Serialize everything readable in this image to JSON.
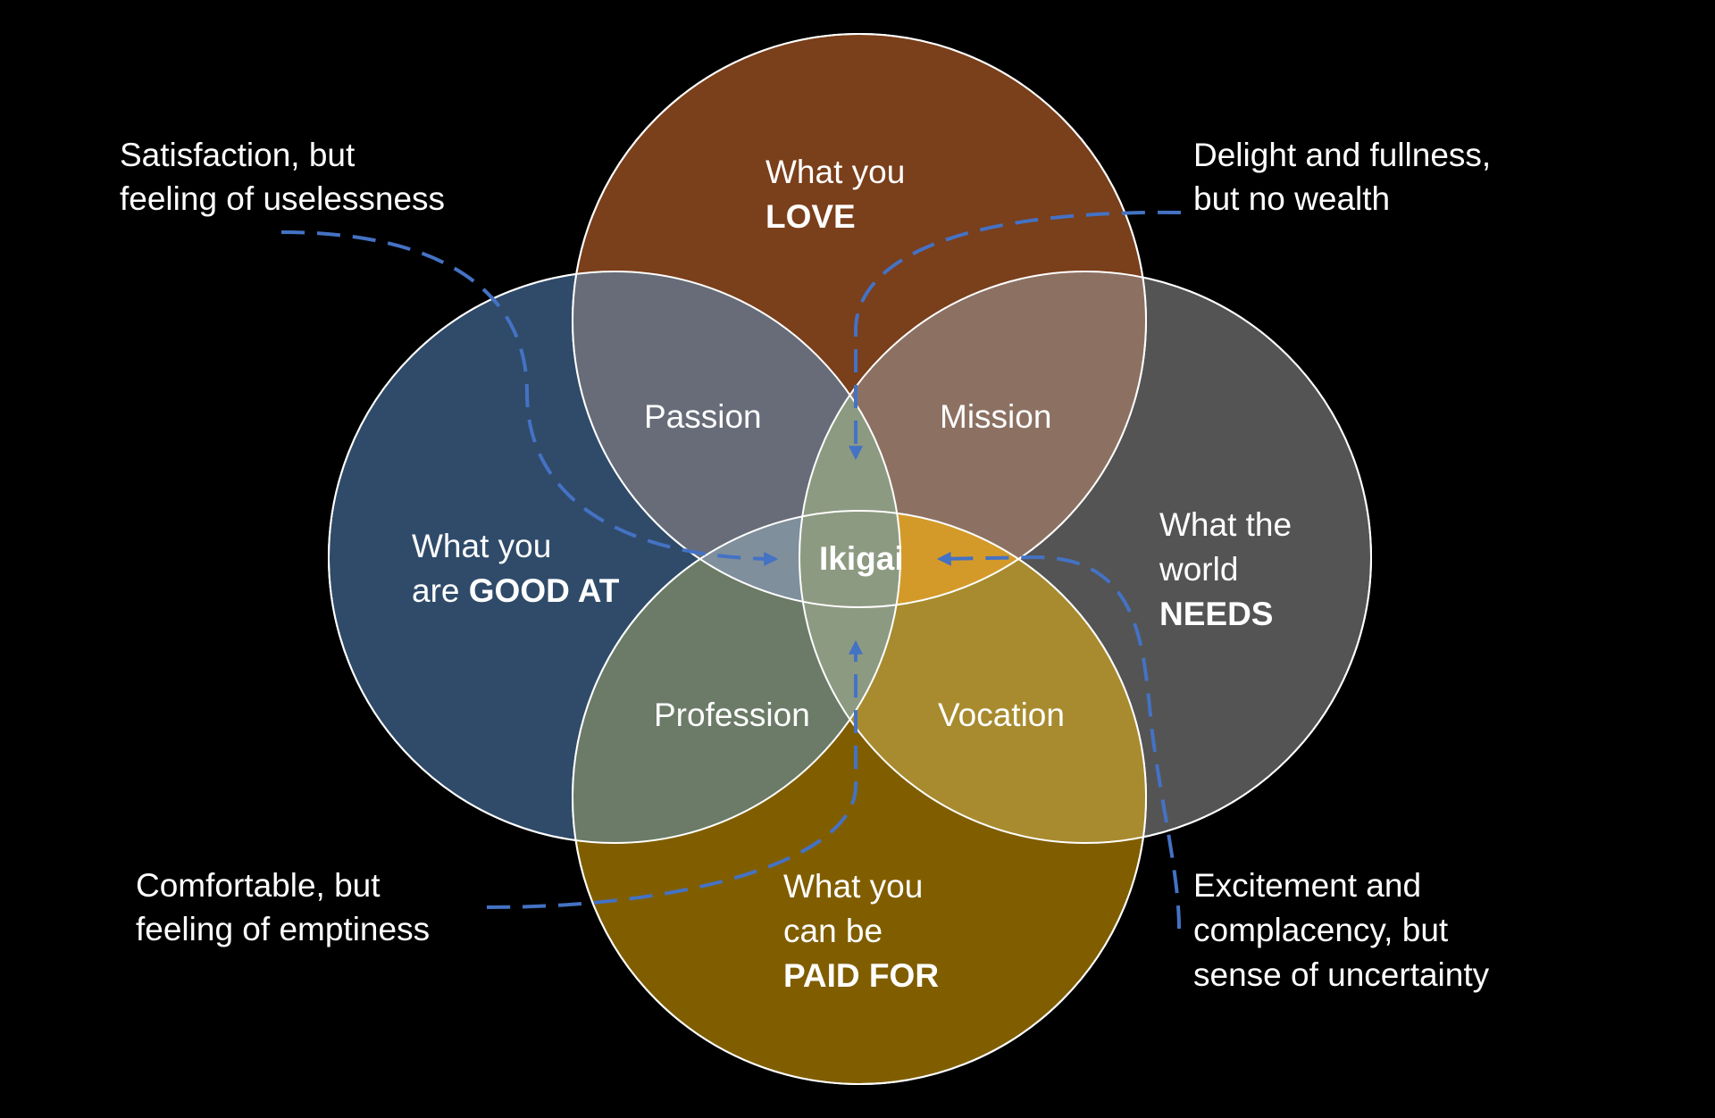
{
  "circles": {
    "love": {
      "line1": "What you",
      "line2": "LOVE",
      "color": "#7a3f1b"
    },
    "good": {
      "line1": "What you",
      "line2a": "are ",
      "line2b": "GOOD AT",
      "color": "#2f4b69"
    },
    "world": {
      "line1": "What the",
      "line2": "world",
      "line3": "NEEDS",
      "color": "#545454"
    },
    "paid": {
      "line1": "What you",
      "line2": "can be",
      "line3": "PAID FOR",
      "color": "#805e00"
    }
  },
  "intersections": {
    "passion": "Passion",
    "mission": "Mission",
    "profession": "Profession",
    "vocation": "Vocation",
    "center": "Ikigai"
  },
  "notes": {
    "top_left": {
      "line1": "Satisfaction, but",
      "line2": "feeling of uselessness"
    },
    "top_right": {
      "line1": "Delight and fullness,",
      "line2": "but no wealth"
    },
    "bottom_left": {
      "line1": "Comfortable, but",
      "line2": "feeling of emptiness"
    },
    "bottom_right": {
      "line1": "Excitement and",
      "line2": "complacency, but",
      "line3": "sense of uncertainty"
    }
  },
  "colors": {
    "background": "#000000",
    "arrow": "#4472c4",
    "outline": "#ffffff"
  }
}
